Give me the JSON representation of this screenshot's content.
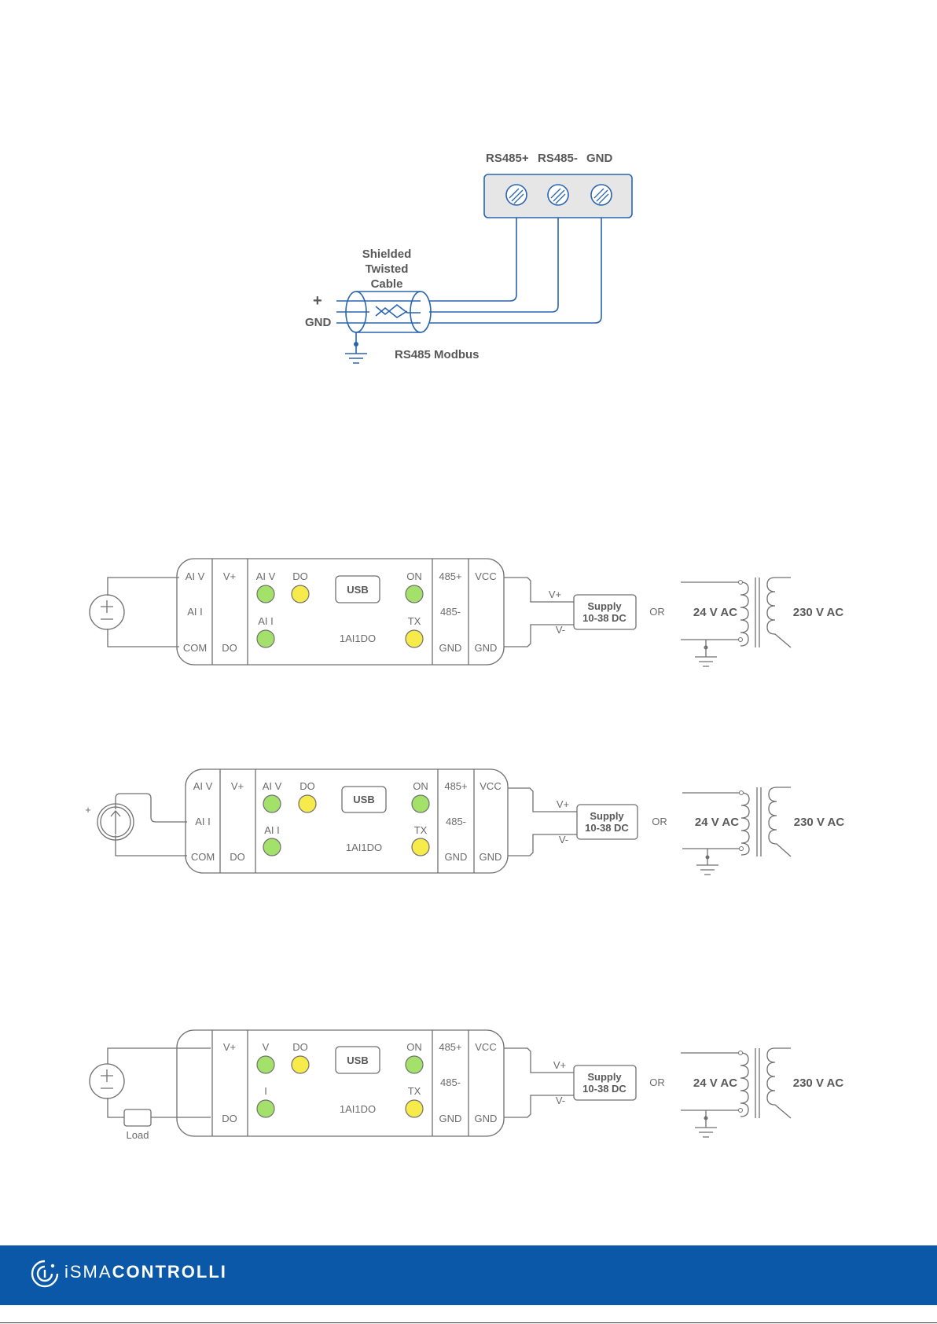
{
  "bus": {
    "terminals": [
      "RS485+",
      "RS485-",
      "GND"
    ],
    "cable_label": [
      "Shielded",
      "Twisted",
      "Cable"
    ],
    "plus": "+",
    "gnd": "GND",
    "modbus": "RS485 Modbus"
  },
  "modules": [
    {
      "left_terminals": [
        "AI V",
        "AI I",
        "COM"
      ],
      "col2_top": "V+",
      "col2_bottom": "DO",
      "led_top1": "AI V",
      "led_top2": "DO",
      "led_bottom": "AI I",
      "usb": "USB",
      "on": "ON",
      "tx": "TX",
      "model": "1AI1DO",
      "bus_col": [
        "485+",
        "485-",
        "GND"
      ],
      "pwr_col": [
        "VCC",
        "GND"
      ],
      "vplus": "V+",
      "vminus": "V-",
      "supply": [
        "Supply",
        "10-38 DC"
      ],
      "or": "OR",
      "ac24": "24 V AC",
      "ac230": "230 V AC",
      "source": "voltage"
    },
    {
      "left_terminals": [
        "AI V",
        "AI I",
        "COM"
      ],
      "col2_top": "V+",
      "col2_bottom": "DO",
      "led_top1": "AI V",
      "led_top2": "DO",
      "led_bottom": "AI I",
      "usb": "USB",
      "on": "ON",
      "tx": "TX",
      "model": "1AI1DO",
      "bus_col": [
        "485+",
        "485-",
        "GND"
      ],
      "pwr_col": [
        "VCC",
        "GND"
      ],
      "vplus": "V+",
      "vminus": "V-",
      "supply": [
        "Supply",
        "10-38 DC"
      ],
      "or": "OR",
      "ac24": "24 V AC",
      "ac230": "230 V AC",
      "source": "current",
      "plus": "+"
    },
    {
      "left_terminals": [],
      "col2_top": "V+",
      "col2_bottom": "DO",
      "led_top1": "V",
      "led_top2": "DO",
      "led_bottom": "I",
      "usb": "USB",
      "on": "ON",
      "tx": "TX",
      "model": "1AI1DO",
      "bus_col": [
        "485+",
        "485-",
        "GND"
      ],
      "pwr_col": [
        "VCC",
        "GND"
      ],
      "vplus": "V+",
      "vminus": "V-",
      "supply": [
        "Supply",
        "10-38 DC"
      ],
      "or": "OR",
      "ac24": "24 V AC",
      "ac230": "230 V AC",
      "source": "load",
      "load": "Load"
    }
  ],
  "footer": {
    "brand_light": "iSMA",
    "brand_bold": "CONTROLLI"
  },
  "colors": {
    "blue_line": "#2a64b0",
    "gray_line": "#707070",
    "led_green": "#a3e16a",
    "led_yellow": "#f7ea4b",
    "footer_bg": "#0b57a8"
  }
}
